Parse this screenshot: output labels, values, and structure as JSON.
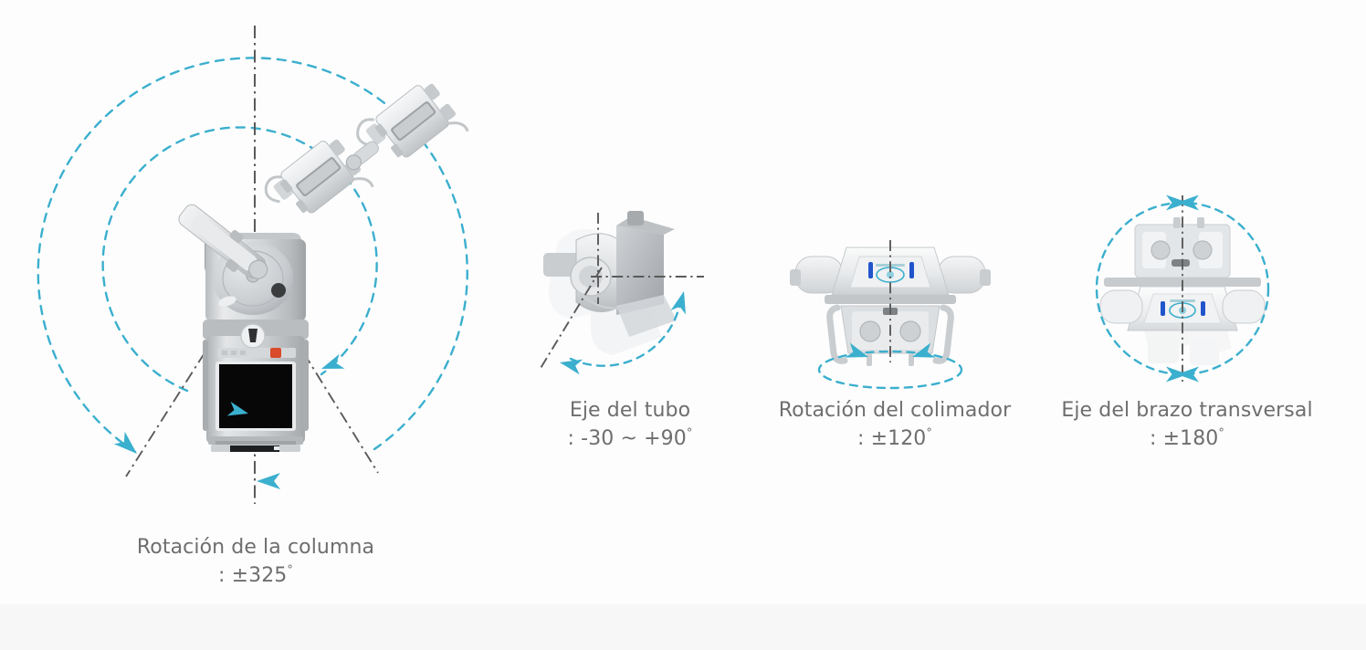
{
  "figure": {
    "kind": "equipment-motion-range-diagram",
    "subject": "mobile x-ray system rotation axes",
    "background_color": "#fdfdfd",
    "accent_color": "#3BAFCE",
    "axis_line_color": "#5a5a5a",
    "text_color": "#6e6e6e",
    "body_color": "#d8dadc",
    "blue_marker_color": "#2255cc"
  },
  "panels": [
    {
      "id": "column-rotation",
      "name": "Rotación de la columna",
      "value": "±325",
      "unit": "°",
      "caption_line1": "Rotación de la columna",
      "caption_line2": ": ±325",
      "view": "top-down",
      "arcs": [
        "outer-dashed-arc",
        "inner-dashed-arc"
      ],
      "axes": [
        "vertical-centerline",
        "left-diagonal-limit",
        "right-diagonal-limit"
      ],
      "arrow_count": 3
    },
    {
      "id": "tube-axis",
      "name": "Eje del tubo",
      "value": "-30 ~ +90",
      "unit": "°",
      "caption_line1": "Eje del tubo",
      "caption_line2": ": -30 ~ +90",
      "view": "oblique",
      "arcs": [
        "swing-arc"
      ],
      "axes": [
        "vertical-axis",
        "horizontal-axis",
        "diagonal-axis"
      ],
      "arrow_count": 2
    },
    {
      "id": "collimator-rotation",
      "name": "Rotación del colimador",
      "value": "±120",
      "unit": "°",
      "caption_line1": "Rotación del colimador",
      "caption_line2": ": ±120",
      "view": "front",
      "arcs": [
        "ellipse-dashed-arc"
      ],
      "axes": [
        "vertical-axis"
      ],
      "arrow_count": 2
    },
    {
      "id": "transverse-arm-axis",
      "name": "Eje del brazo transversal",
      "value": "±180",
      "unit": "°",
      "caption_line1": "Eje del brazo transversal",
      "caption_line2": ": ±180",
      "view": "front",
      "arcs": [
        "full-dashed-circle"
      ],
      "axes": [
        "vertical-axis"
      ],
      "arrow_count": 4
    }
  ]
}
